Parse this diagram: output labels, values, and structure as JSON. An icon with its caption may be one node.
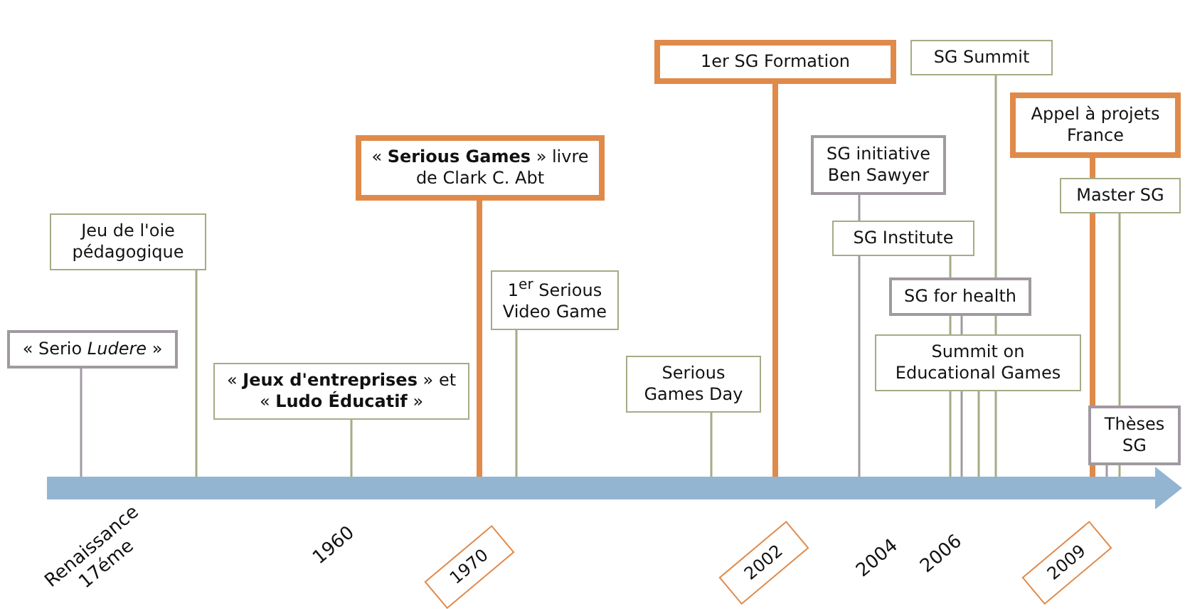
{
  "diagram": {
    "nodes": [
      {
        "text": [
          "Jeu de l'oie pédagogique"
        ]
      },
      {
        "text": [
          "« Serio *Ludere* »"
        ]
      },
      {
        "text": [
          "« **Jeux d'entreprises** » et « **Ludo Éducatif** »"
        ]
      },
      {
        "text": [
          "« **Serious Games** » livre de Clark C. Abt"
        ]
      },
      {
        "text": [
          "1$^{er}$ Serious Video Game"
        ]
      },
      {
        "text": [
          "Serious Games Day"
        ]
      },
      {
        "text": [
          "1er SG Formation"
        ]
      },
      {
        "text": [
          "SG initiative Ben Sawyer"
        ]
      },
      {
        "text": [
          "SG Institute"
        ]
      },
      {
        "text": [
          "SG Summit"
        ]
      },
      {
        "text": [
          "SG for health"
        ]
      },
      {
        "text": [
          "Summit on Educational Games"
        ]
      },
      {
        "text": [
          "Appel à projets France"
        ]
      },
      {
        "text": [
          "Master SG"
        ]
      },
      {
        "text": [
          "Thèses SG"
        ]
      },
      {
        "text": [
          "1970"
        ]
      },
      {
        "text": [
          "2002"
        ]
      },
      {
        "text": [
          "2009"
        ]
      }
    ],
    "labels": [
      "Renaissance 17éme",
      "1960",
      "2004",
      "2006"
    ]
  }
}
